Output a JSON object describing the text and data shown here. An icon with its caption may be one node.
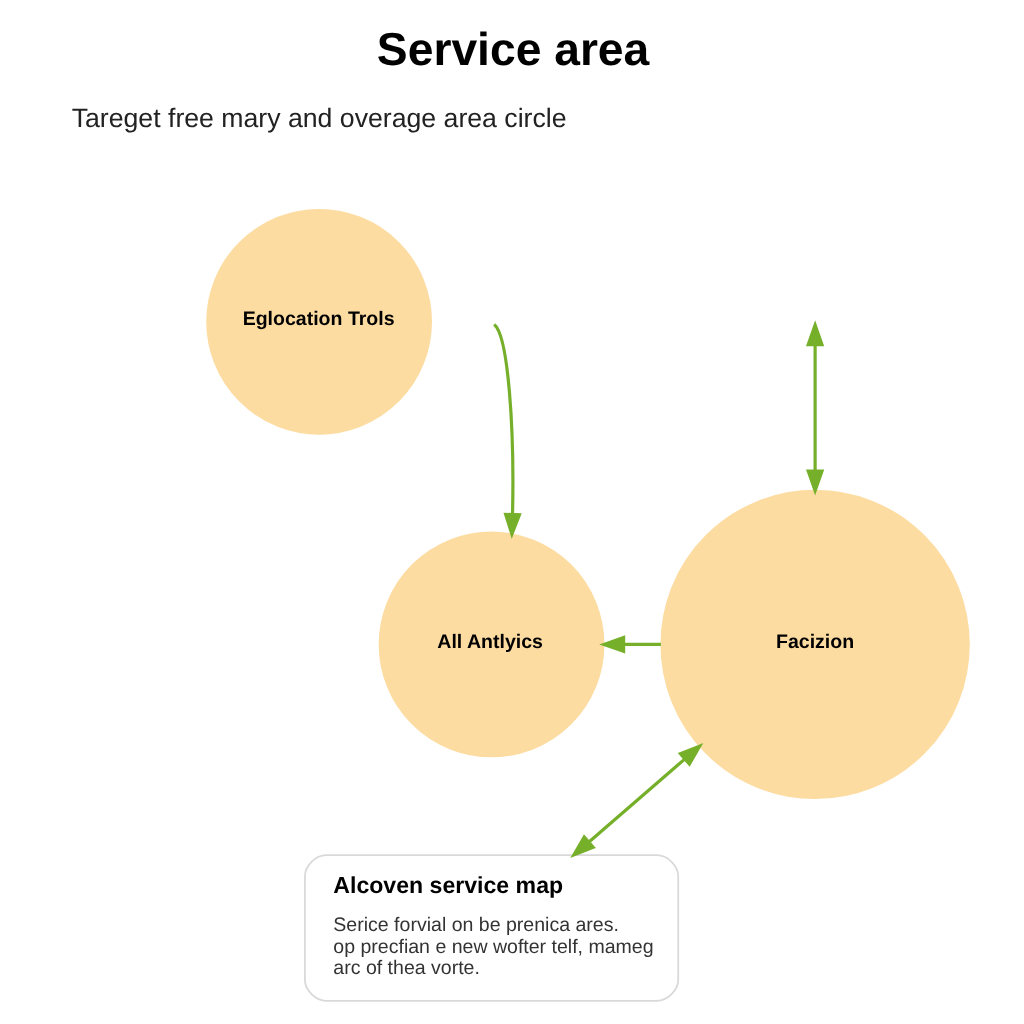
{
  "diagram": {
    "title": "Service area",
    "nodes": [
      {
        "text": [
          "Eglocation Trols"
        ]
      },
      {
        "text": [
          "All Antlyics"
        ]
      },
      {
        "text": [
          "Facizion"
        ]
      },
      {
        "text": [
          "Alcoven service map",
          "Serice forvial on be prenica ares. op precfian e new wofter telf, mameg arc of thea vorte."
        ]
      }
    ],
    "edges": [
      {
        "from": null,
        "to": 1,
        "arrow": "to"
      },
      {
        "from": 2,
        "to": 1,
        "arrow": "to"
      },
      {
        "from": null,
        "to": 2,
        "arrow": "both"
      },
      {
        "from": 3,
        "to": 2,
        "arrow": "both"
      }
    ],
    "labels": [
      "Tareget free mary and overage area circle"
    ]
  }
}
